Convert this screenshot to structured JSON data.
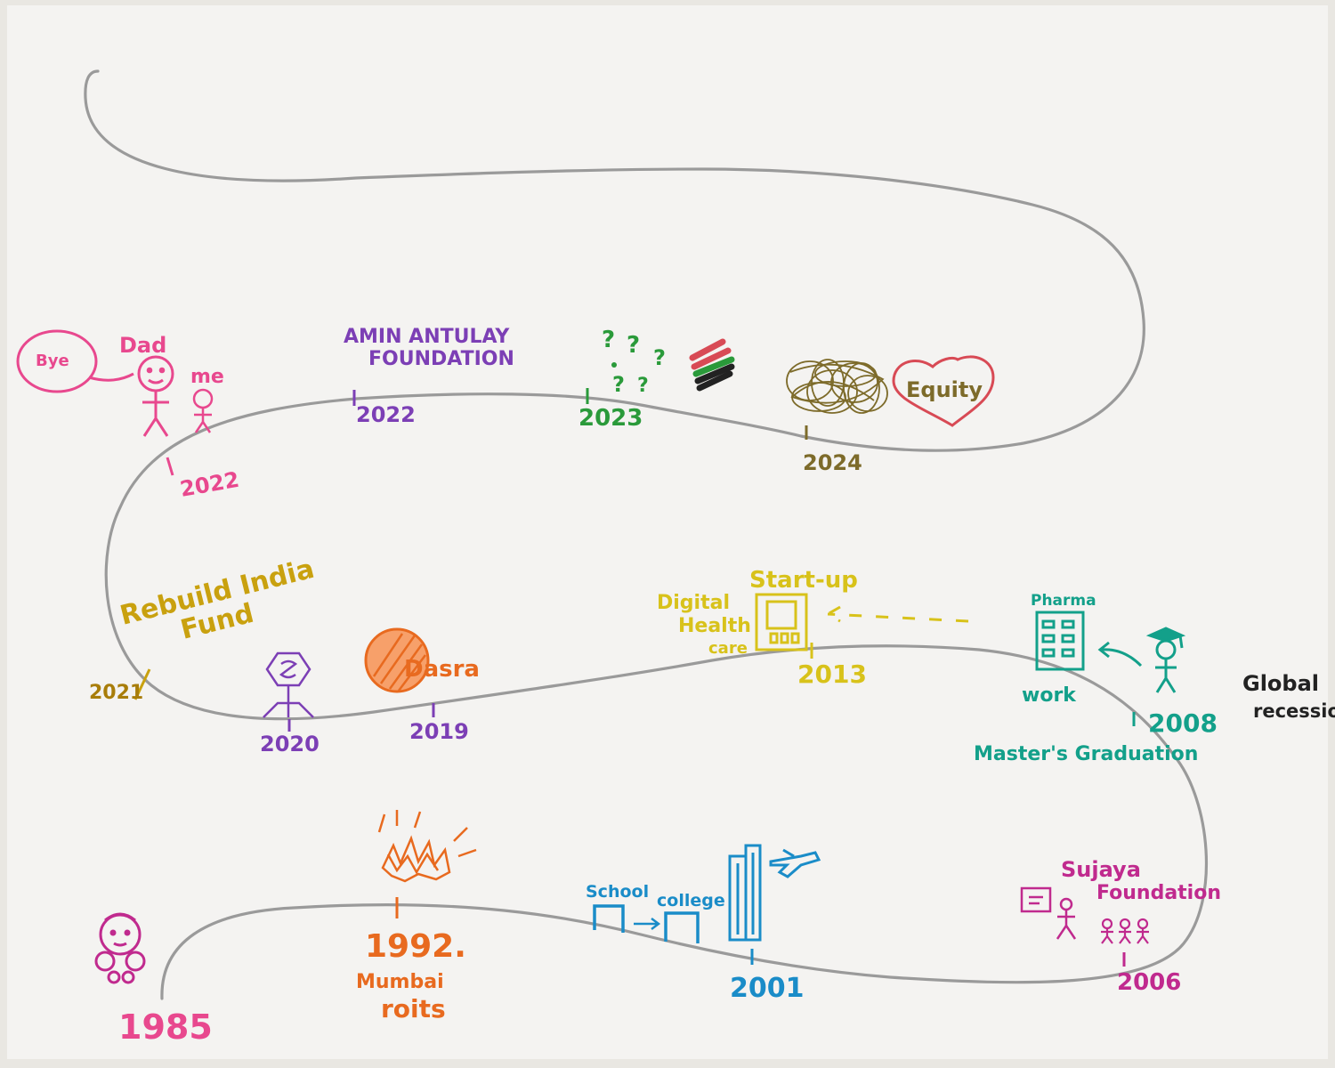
{
  "colors": {
    "paper": "#f4f3f1",
    "path": "#9a9a9a",
    "pink": "#e8488e",
    "purple": "#7c3fb5",
    "green": "#2a9a3a",
    "olive": "#7d6b2a",
    "red": "#d84a55",
    "gold": "#c9a10f",
    "yellow": "#d8c21a",
    "orange": "#e86a1f",
    "teal": "#13a08a",
    "blue": "#1a8cc8",
    "magenta": "#c02a8e",
    "black": "#222222"
  },
  "events": {
    "y1985": {
      "year": "1985"
    },
    "y1992": {
      "year": "1992.",
      "label_line1": "Mumbai",
      "label_line2": "roits"
    },
    "y2001": {
      "year": "2001",
      "school": "School",
      "college": "college"
    },
    "y2006": {
      "year": "2006",
      "label_line1": "Sujaya",
      "label_line2": "Foundation"
    },
    "y2008": {
      "year": "2008",
      "graduation": "Master's Graduation",
      "work": "work",
      "pharma": "Pharma",
      "global_line1": "Global",
      "global_line2": "recession"
    },
    "y2013": {
      "year": "2013",
      "startup": "Start-up",
      "dh_line1": "Digital",
      "dh_line2": "Health",
      "dh_line3": "care"
    },
    "y2019": {
      "year": "2019",
      "label": "Dasra"
    },
    "y2020": {
      "year": "2020"
    },
    "y2021": {
      "year": "2021",
      "label_line1": "Rebuild India",
      "label_line2": "Fund"
    },
    "y2022a": {
      "year": "2022",
      "bubble": "Bye",
      "dad": "Dad",
      "me": "me"
    },
    "y2022b": {
      "year": "2022",
      "label_line1": "AMIN ANTULAY",
      "label_line2": "FOUNDATION"
    },
    "y2023": {
      "year": "2023"
    },
    "y2024": {
      "year": "2024",
      "heart": "Equity"
    }
  }
}
